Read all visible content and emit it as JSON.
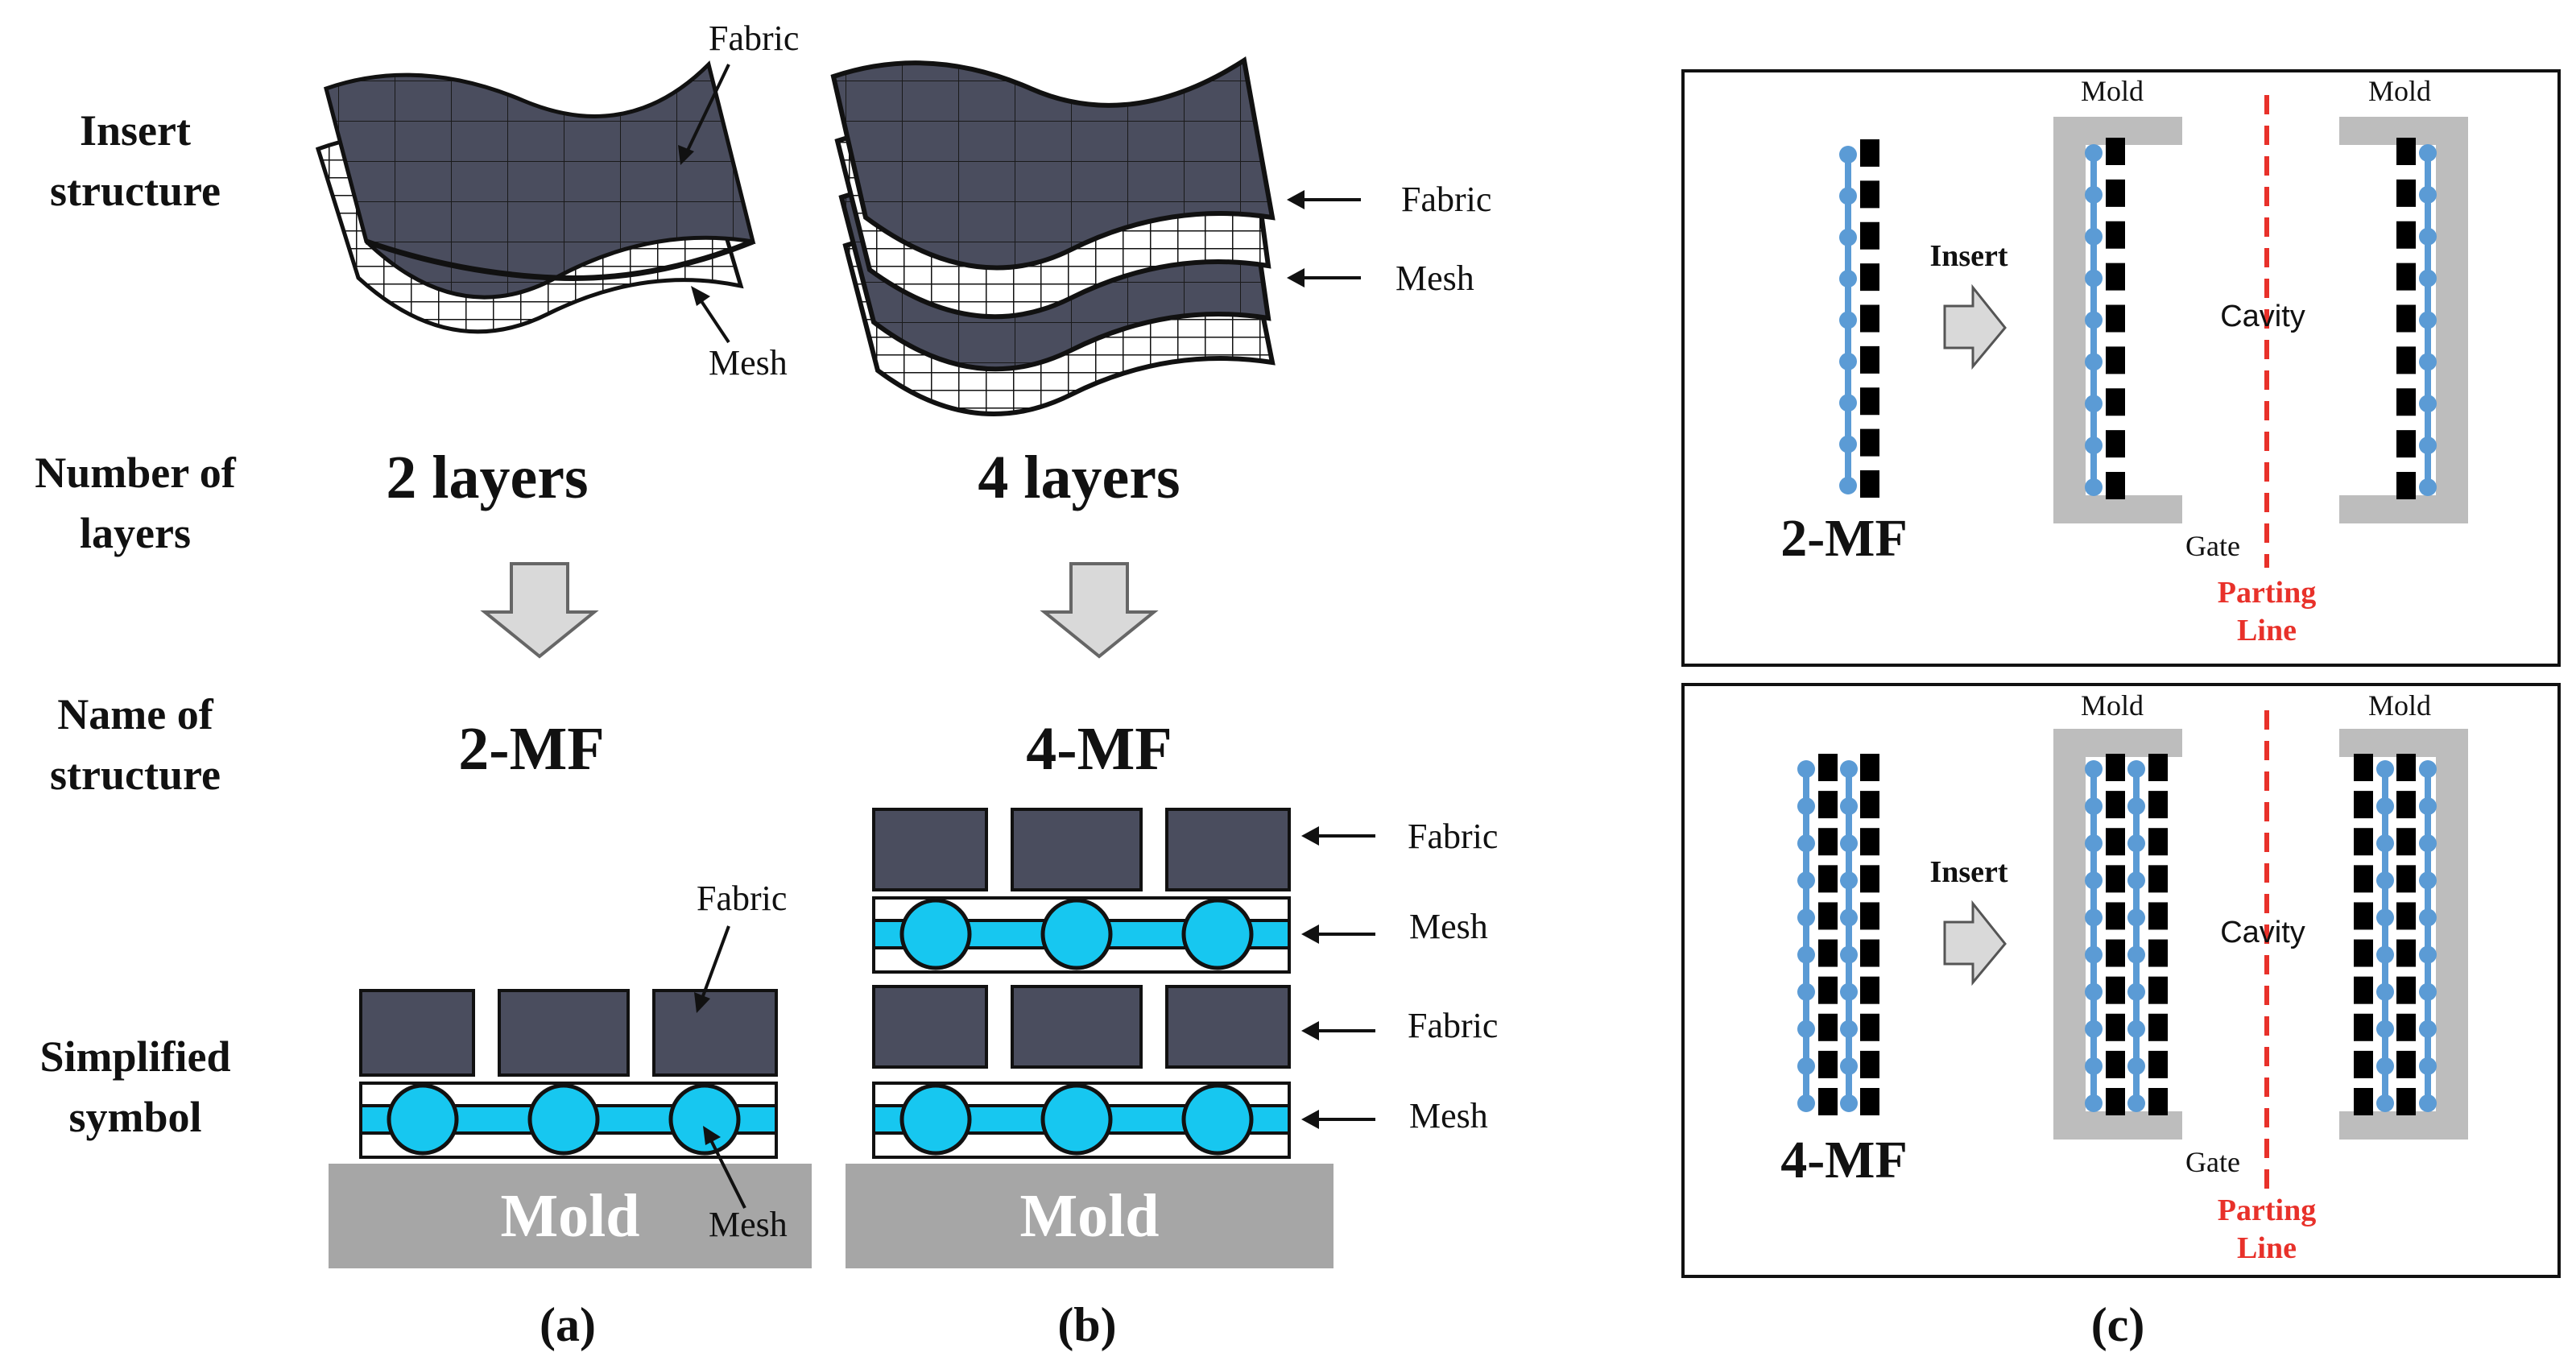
{
  "row_labels": {
    "insert_structure": [
      "Insert",
      "structure"
    ],
    "number_of_layers": [
      "Number of",
      "layers"
    ],
    "name_of_structure": [
      "Name of",
      "structure"
    ],
    "simplified_symbol": [
      "Simplified",
      "symbol"
    ]
  },
  "panel_a": {
    "fabric_label": "Fabric",
    "mesh_label": "Mesh",
    "layers": "2 layers",
    "name": "2-MF",
    "symbol_fabric_label": "Fabric",
    "symbol_mesh_label": "Mesh",
    "mold_label": "Mold",
    "tag": "(a)"
  },
  "panel_b": {
    "fabric_label": "Fabric",
    "mesh_label": "Mesh",
    "layers": "4 layers",
    "name": "4-MF",
    "symbol_labels": [
      "Fabric",
      "Mesh",
      "Fabric",
      "Mesh"
    ],
    "mold_label": "Mold",
    "tag": "(b)"
  },
  "panel_c": {
    "top": {
      "name": "2-MF",
      "insert_label": "Insert",
      "mold_left": "Mold",
      "mold_right": "Mold",
      "cavity": "Cavity",
      "gate": "Gate",
      "parting_line": [
        "Parting",
        "Line"
      ]
    },
    "bottom": {
      "name": "4-MF",
      "insert_label": "Insert",
      "mold_left": "Mold",
      "mold_right": "Mold",
      "cavity": "Cavity",
      "gate": "Gate",
      "parting_line": [
        "Parting",
        "Line"
      ]
    },
    "tag": "(c)"
  },
  "colors": {
    "fabric": "#4a4d5e",
    "mesh_fill": "#17c7f0",
    "mold": "#a6a6a6",
    "mold_light": "#bdbdbd",
    "parting_line": "#e8312a",
    "fiber_blue": "#5b9bd5",
    "arrow_fill": "#d9d9d9"
  }
}
